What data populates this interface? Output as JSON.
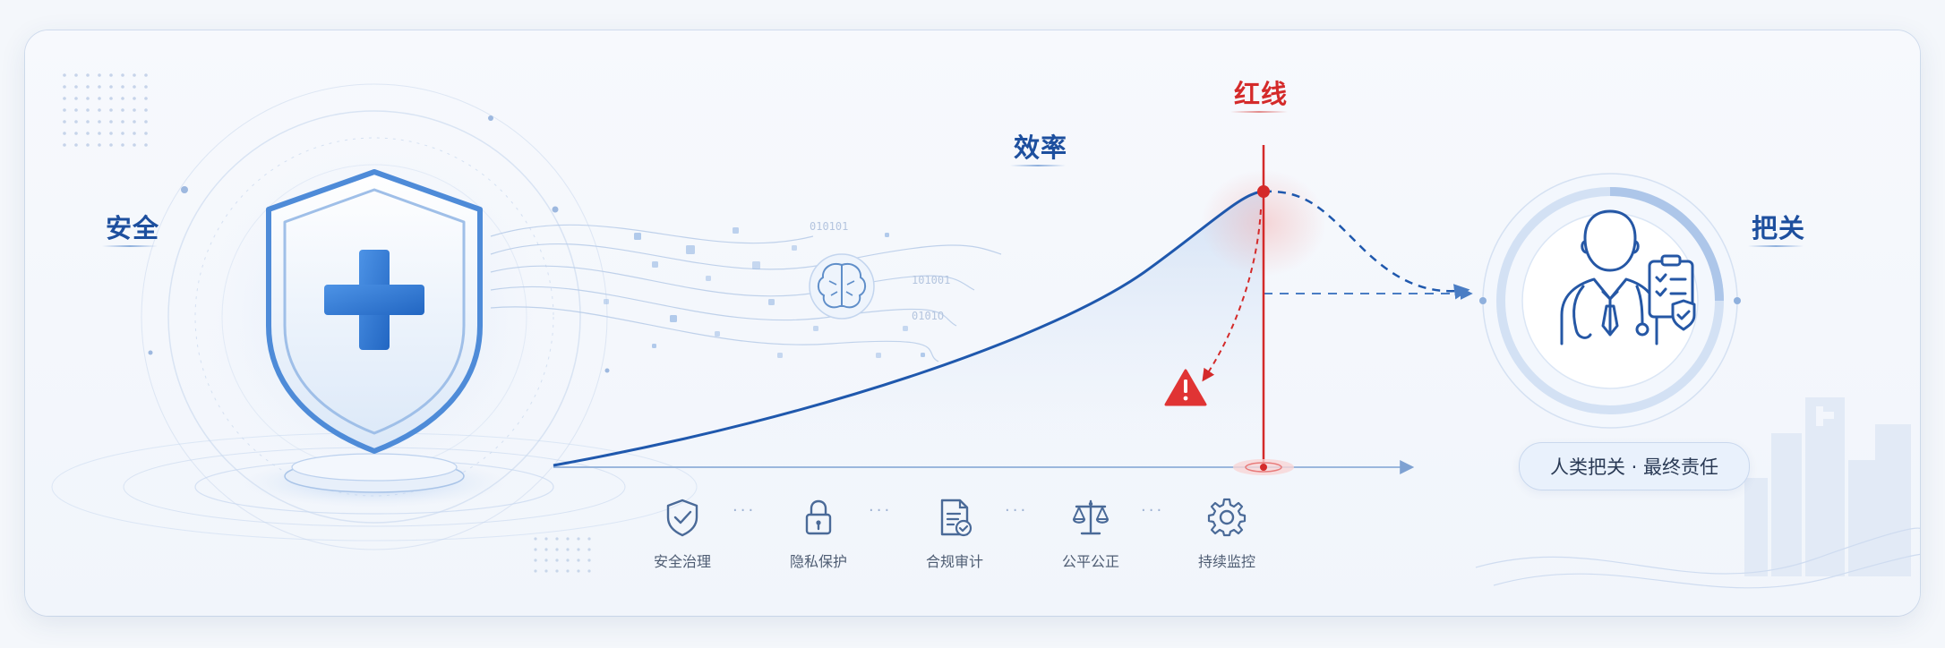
{
  "labels": {
    "safety": "安全",
    "efficiency": "效率",
    "redline": "红线",
    "gatekeeping": "把关"
  },
  "binary_text": [
    "010101",
    "101001",
    "0101O"
  ],
  "pill_text": "人类把关 · 最终责任",
  "steps": [
    {
      "label": "安全治理",
      "icon": "shield-check-icon"
    },
    {
      "label": "隐私保护",
      "icon": "padlock-icon"
    },
    {
      "label": "合规审计",
      "icon": "audit-document-icon"
    },
    {
      "label": "公平公正",
      "icon": "scales-icon"
    },
    {
      "label": "持续监控",
      "icon": "gear-icon"
    }
  ],
  "colors": {
    "primary_blue": "#1d4f9e",
    "accent_blue": "#3f7fd4",
    "red": "#d42a2a",
    "background": "#f4f7fb"
  }
}
